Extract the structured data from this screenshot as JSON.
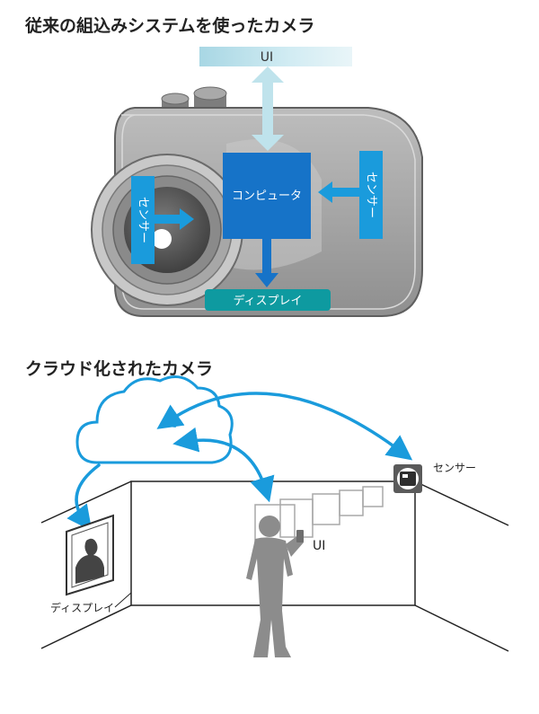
{
  "section1": {
    "title": "従来の組込みシステムを使ったカメラ",
    "ui_label": "UI",
    "computer_label": "コンピュータ",
    "sensor_left_label": "センサー",
    "sensor_right_label": "センサー",
    "display_label": "ディスプレイ"
  },
  "section2": {
    "title": "クラウド化されたカメラ",
    "sensor_label": "センサー",
    "ui_label": "UI",
    "display_label": "ディスプレイ"
  },
  "colors": {
    "blue_box": "#1673c8",
    "bright_blue": "#1a9bdc",
    "teal": "#0e9aa0",
    "light_blue": "#bfe3ec",
    "camera_gray": "#9a9a9a"
  }
}
